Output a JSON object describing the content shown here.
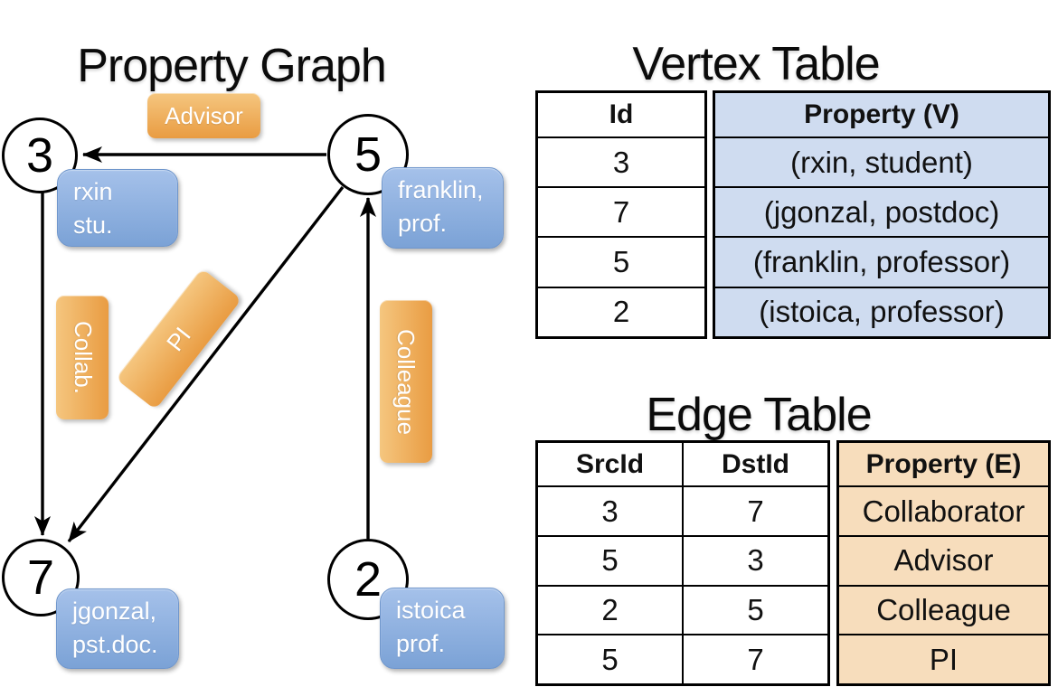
{
  "graph": {
    "title": "Property Graph",
    "nodes": [
      {
        "id": "3",
        "lines": [
          "rxin",
          "stu."
        ]
      },
      {
        "id": "5",
        "lines": [
          "franklin,",
          "prof."
        ]
      },
      {
        "id": "7",
        "lines": [
          "jgonzal,",
          "pst.doc."
        ]
      },
      {
        "id": "2",
        "lines": [
          "istoica",
          "prof."
        ]
      }
    ],
    "edges": [
      {
        "label": "Advisor"
      },
      {
        "label": "Collab."
      },
      {
        "label": "PI"
      },
      {
        "label": "Colleague"
      }
    ]
  },
  "vertex_table": {
    "title": "Vertex Table",
    "id_header": "Id",
    "property_header": "Property (V)",
    "rows": [
      {
        "id": "3",
        "property": "(rxin, student)"
      },
      {
        "id": "7",
        "property": "(jgonzal, postdoc)"
      },
      {
        "id": "5",
        "property": "(franklin, professor)"
      },
      {
        "id": "2",
        "property": "(istoica, professor)"
      }
    ]
  },
  "edge_table": {
    "title": "Edge Table",
    "src_header": "SrcId",
    "dst_header": "DstId",
    "property_header": "Property (E)",
    "rows": [
      {
        "src": "3",
        "dst": "7",
        "property": "Collaborator"
      },
      {
        "src": "5",
        "dst": "3",
        "property": "Advisor"
      },
      {
        "src": "2",
        "dst": "5",
        "property": "Colleague"
      },
      {
        "src": "5",
        "dst": "7",
        "property": "PI"
      }
    ]
  },
  "colors": {
    "orange-top": "#f5c67f",
    "orange-bottom": "#e99c42",
    "blue-top": "#a5c1ea",
    "blue-bottom": "#7ba2d6",
    "table-blue": "#cfdcf0",
    "table-tan": "#f7ddbc",
    "line-black": "#000000"
  }
}
